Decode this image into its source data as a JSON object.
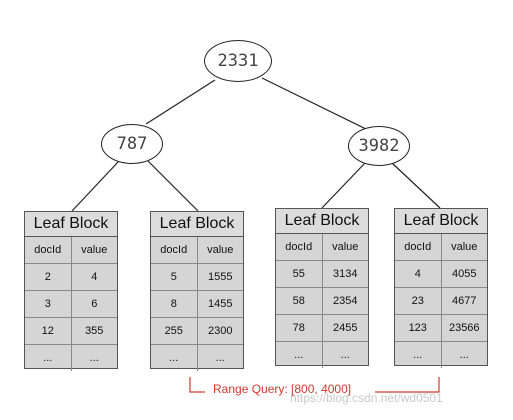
{
  "tree": {
    "root": {
      "key": "2331"
    },
    "internal": [
      {
        "key": "787"
      },
      {
        "key": "3982"
      }
    ],
    "leaves": [
      {
        "title": "Leaf Block",
        "col_doc": "docId",
        "col_val": "value",
        "rows": [
          [
            "2",
            "4"
          ],
          [
            "3",
            "6"
          ],
          [
            "12",
            "355"
          ],
          [
            "...",
            "..."
          ]
        ]
      },
      {
        "title": "Leaf Block",
        "col_doc": "docId",
        "col_val": "value",
        "rows": [
          [
            "5",
            "1555"
          ],
          [
            "8",
            "1455"
          ],
          [
            "255",
            "2300"
          ],
          [
            "...",
            "..."
          ]
        ]
      },
      {
        "title": "Leaf Block",
        "col_doc": "docId",
        "col_val": "value",
        "rows": [
          [
            "55",
            "3134"
          ],
          [
            "58",
            "2354"
          ],
          [
            "78",
            "2455"
          ],
          [
            "...",
            "..."
          ]
        ]
      },
      {
        "title": "Leaf Block",
        "col_doc": "docId",
        "col_val": "value",
        "rows": [
          [
            "4",
            "4055"
          ],
          [
            "23",
            "4677"
          ],
          [
            "123",
            "23566"
          ],
          [
            "...",
            "..."
          ]
        ]
      }
    ]
  },
  "range_query": {
    "label": "Range Query: [800, 4000]",
    "color": "#d2382e"
  },
  "watermark": "https://blog.csdn.net/wd0501"
}
